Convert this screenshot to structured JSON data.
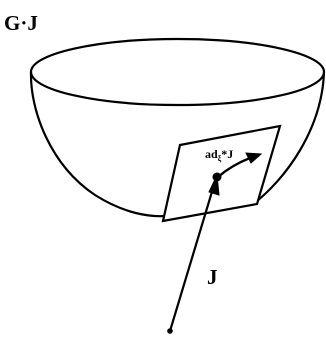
{
  "labels": {
    "orbit": "G·J",
    "vector": "J",
    "tangent_main": "ad",
    "tangent_sub": "ξ",
    "tangent_tail": "*J"
  },
  "colors": {
    "ink": "#000000",
    "plane_fill": "#ffffff",
    "background": "#ffffff"
  }
}
